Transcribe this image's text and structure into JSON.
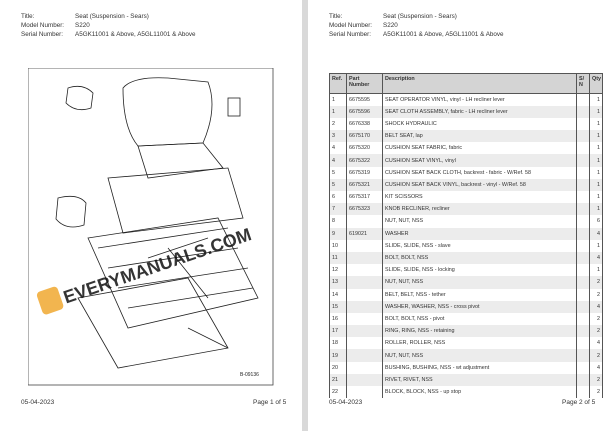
{
  "header": {
    "title_label": "Title:",
    "title": "Seat (Suspension - Sears)",
    "model_label": "Model Number:",
    "model": "S220",
    "serial_label": "Serial Number:",
    "serial": "A5GK11001 & Above, A5GL11001 & Above"
  },
  "page1": {
    "date": "05-04-2023",
    "page": "Page 1 of 5",
    "diagram_code": "B-09136"
  },
  "page2": {
    "date": "05-04-2023",
    "page": "Page 2 of 5"
  },
  "table": {
    "headers": [
      "Ref.",
      "Part Number",
      "Description",
      "S/ N",
      "Qty"
    ],
    "rows": [
      [
        "1",
        "6675595",
        "SEAT OPERATOR VINYL, vinyl - LH recliner lever",
        "",
        "1"
      ],
      [
        "1",
        "6675596",
        "SEAT CLOTH ASSEMBLY, fabric - LH recliner lever",
        "",
        "1"
      ],
      [
        "2",
        "6676338",
        "SHOCK HYDRAULIC",
        "",
        "1"
      ],
      [
        "3",
        "6675170",
        "BELT SEAT, lap",
        "",
        "1"
      ],
      [
        "4",
        "6675320",
        "CUSHION SEAT FABRIC,  fabric",
        "",
        "1"
      ],
      [
        "4",
        "6675322",
        "CUSHION SEAT VINYL, vinyl",
        "",
        "1"
      ],
      [
        "5",
        "6675319",
        "CUSHION SEAT BACK CLOTH, backrest - fabric - W/Ref. 58",
        "",
        "1"
      ],
      [
        "5",
        "6675321",
        "CUSHION SEAT BACK VINYL, backrest - vinyl - W/Ref. 58",
        "",
        "1"
      ],
      [
        "6",
        "6675317",
        "KIT SCISSORS",
        "",
        "1"
      ],
      [
        "7",
        "6675323",
        "KNOB RECLINER, recliner",
        "",
        "1"
      ],
      [
        "8",
        "",
        "NUT, NUT, NSS",
        "",
        "6"
      ],
      [
        "9",
        "619021",
        "WASHER",
        "",
        "4"
      ],
      [
        "10",
        "",
        "SLIDE, SLIDE, NSS - slave",
        "",
        "1"
      ],
      [
        "11",
        "",
        "BOLT, BOLT, NSS",
        "",
        "4"
      ],
      [
        "12",
        "",
        "SLIDE, SLIDE, NSS - locking",
        "",
        "1"
      ],
      [
        "13",
        "",
        "NUT, NUT, NSS",
        "",
        "2"
      ],
      [
        "14",
        "",
        "BELT, BELT, NSS - tether",
        "",
        "2"
      ],
      [
        "15",
        "",
        "WASHER, WASHER, NSS - cross pivot",
        "",
        "4"
      ],
      [
        "16",
        "",
        "BOLT, BOLT, NSS - pivot",
        "",
        "2"
      ],
      [
        "17",
        "",
        "RING, RING, NSS - retaining",
        "",
        "2"
      ],
      [
        "18",
        "",
        "ROLLER, ROLLER, NSS",
        "",
        "4"
      ],
      [
        "19",
        "",
        "NUT, NUT, NSS",
        "",
        "2"
      ],
      [
        "20",
        "",
        "BUSHING, BUSHING, NSS - wt adjustment",
        "",
        "4"
      ],
      [
        "21",
        "",
        "RIVET, RIVET, NSS",
        "",
        "2"
      ],
      [
        "22",
        "",
        "BLOCK, BLOCK, NSS - up stop",
        "",
        "2"
      ]
    ]
  },
  "watermark": {
    "text": "EVERYMANUALS.COM",
    "logo_color": "#f0a830"
  }
}
